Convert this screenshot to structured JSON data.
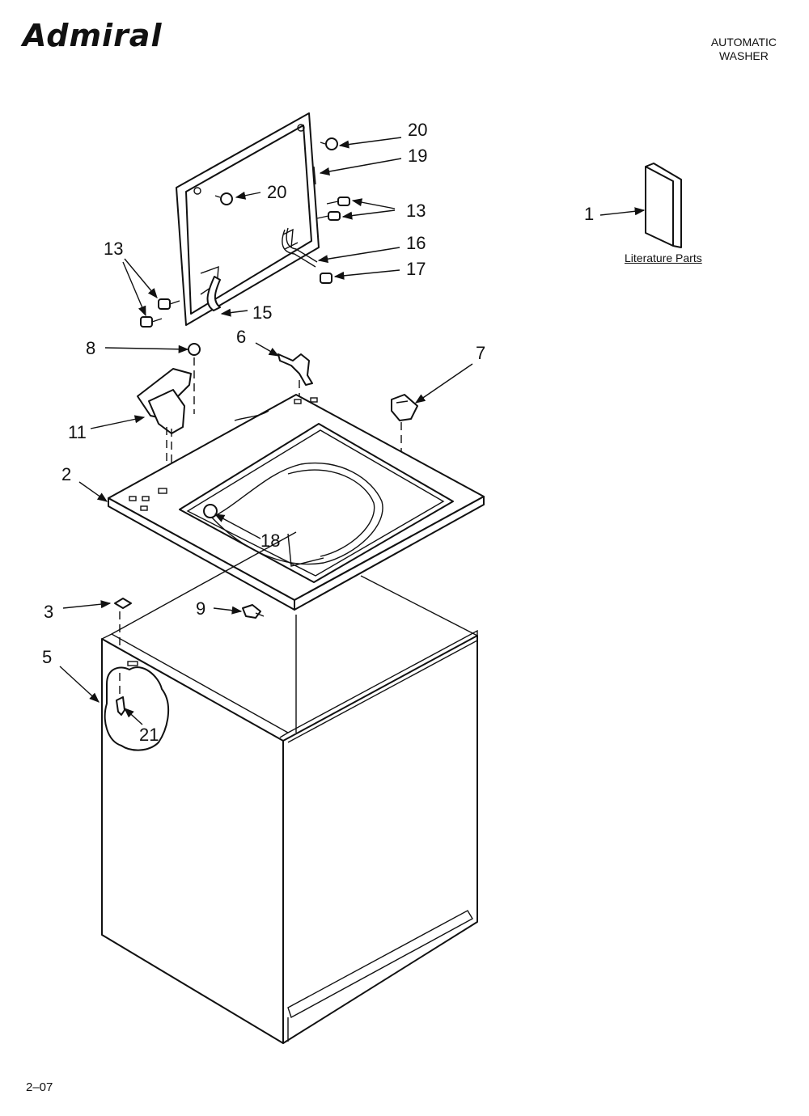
{
  "header": {
    "brand": "Admiral",
    "title_line1": "AUTOMATIC",
    "title_line2": "WASHER"
  },
  "literature": {
    "label": "Literature Parts"
  },
  "callouts": {
    "c20a": "20",
    "c19": "19",
    "c20b": "20",
    "c13a": "13",
    "c16": "16",
    "c17": "17",
    "c13b": "13",
    "c15": "15",
    "c1": "1",
    "c8": "8",
    "c6": "6",
    "c7": "7",
    "c11": "11",
    "c2": "2",
    "c18": "18",
    "c3": "3",
    "c9": "9",
    "c5": "5",
    "c21": "21"
  },
  "footer": {
    "code": "2–07"
  }
}
